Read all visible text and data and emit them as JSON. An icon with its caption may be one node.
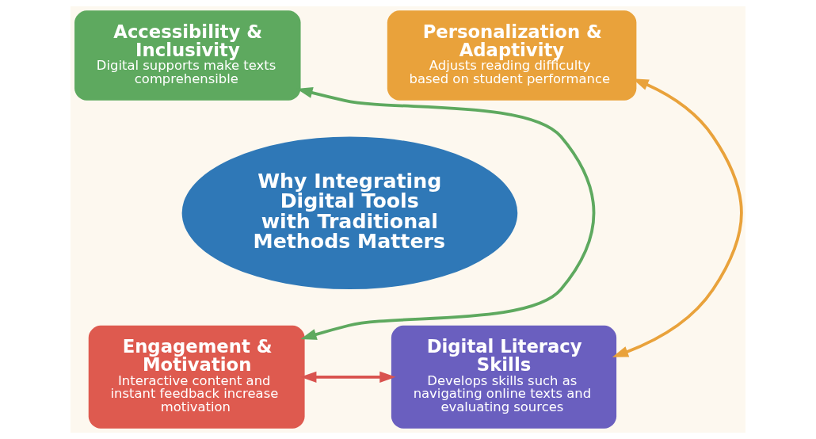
{
  "diagram": {
    "nodes": [
      {
        "text": [
          "Why Integrating Digital Tools with Traditional Methods Matters"
        ]
      },
      {
        "text": [
          "Accessibility & Inclusivity",
          "Digital supports make texts comprehensible"
        ]
      },
      {
        "text": [
          "Personalization & Adaptivity",
          "Adjusts reading difficulty based on student performance"
        ]
      },
      {
        "text": [
          "Engagement & Motivation",
          "Interactive content and instant feedback increase motivation"
        ]
      },
      {
        "text": [
          "Digital Literacy Skills",
          "Develops skills such as navigating online texts and evaluating sources"
        ]
      }
    ],
    "edges": [
      {
        "from": 1,
        "to": 3,
        "arrow": "both",
        "color": "#5ea95f"
      },
      {
        "from": 2,
        "to": 4,
        "arrow": "both",
        "color": "#e9a23b"
      },
      {
        "from": 3,
        "to": 4,
        "arrow": "both",
        "color": "#d9534f"
      }
    ]
  }
}
